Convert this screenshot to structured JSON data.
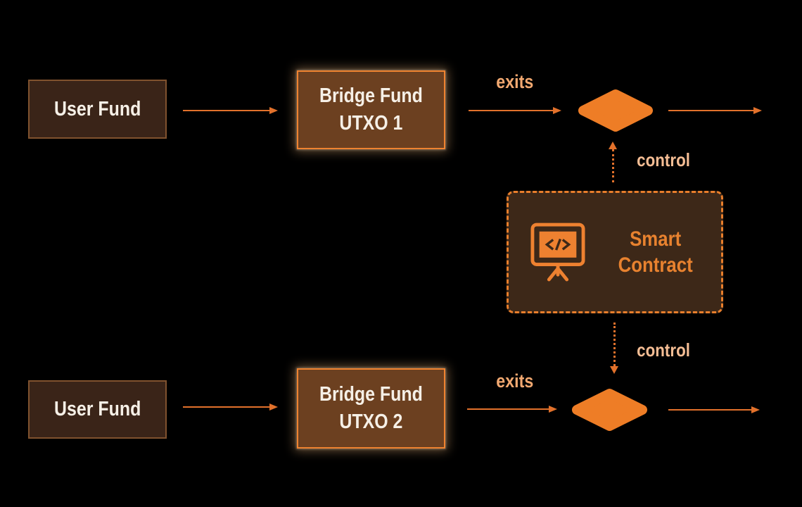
{
  "top_flow": {
    "user_fund": "User Fund",
    "bridge_fund_line1": "Bridge Fund",
    "bridge_fund_line2": "UTXO 1",
    "exits": "exits",
    "control": "control"
  },
  "bottom_flow": {
    "user_fund": "User Fund",
    "bridge_fund_line1": "Bridge Fund",
    "bridge_fund_line2": "UTXO 2",
    "exits": "exits",
    "control": "control"
  },
  "smart_contract": {
    "line1": "Smart",
    "line2": "Contract",
    "icon": "code-monitor-icon"
  },
  "colors": {
    "background": "#000000",
    "diamond": "#EE7D26",
    "arrow": "#E2712B",
    "exits_label": "#F3A971",
    "control_label": "#F6BE95",
    "user_fund_bg": "#3A2418",
    "user_fund_border": "#80522E",
    "bridge_fund_bg": "#6C4020",
    "bridge_fund_border": "#EF8330",
    "contract_bg": "#3D2818",
    "contract_border": "#E87E2B",
    "contract_text": "#E8822F",
    "box_text": "#F6F0E7"
  }
}
